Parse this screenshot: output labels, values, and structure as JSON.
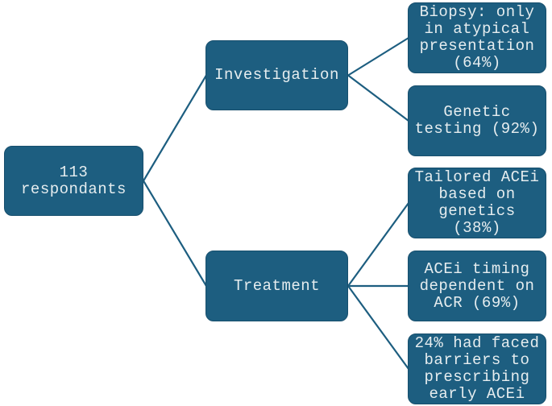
{
  "figure": {
    "type": "flow-diagram",
    "background": "#ffffff",
    "colors": {
      "node_fill": "#1d5e80",
      "node_border": "#174f6d",
      "node_text": "#e6edef",
      "connector": "#1d5e80"
    },
    "nodes": {
      "root": {
        "label": "113\nrespondants"
      },
      "investigation": {
        "label": "Investigation"
      },
      "treatment": {
        "label": "Treatment"
      },
      "biopsy": {
        "label": "Biopsy: only\nin atypical\npresentation\n(64%)"
      },
      "genetic_testing": {
        "label": "Genetic\ntesting (92%)"
      },
      "tailored_acei": {
        "label": "Tailored ACEi\nbased on\ngenetics (38%)"
      },
      "acei_timing": {
        "label": "ACEi timing\ndependent on\nACR (69%)"
      },
      "barriers": {
        "label": "24% had faced\nbarriers to\nprescribing\nearly ACEi"
      }
    },
    "edges": [
      {
        "from": "root",
        "to": "investigation"
      },
      {
        "from": "root",
        "to": "treatment"
      },
      {
        "from": "investigation",
        "to": "biopsy"
      },
      {
        "from": "investigation",
        "to": "genetic_testing"
      },
      {
        "from": "treatment",
        "to": "tailored_acei"
      },
      {
        "from": "treatment",
        "to": "acei_timing"
      },
      {
        "from": "treatment",
        "to": "barriers"
      }
    ]
  }
}
